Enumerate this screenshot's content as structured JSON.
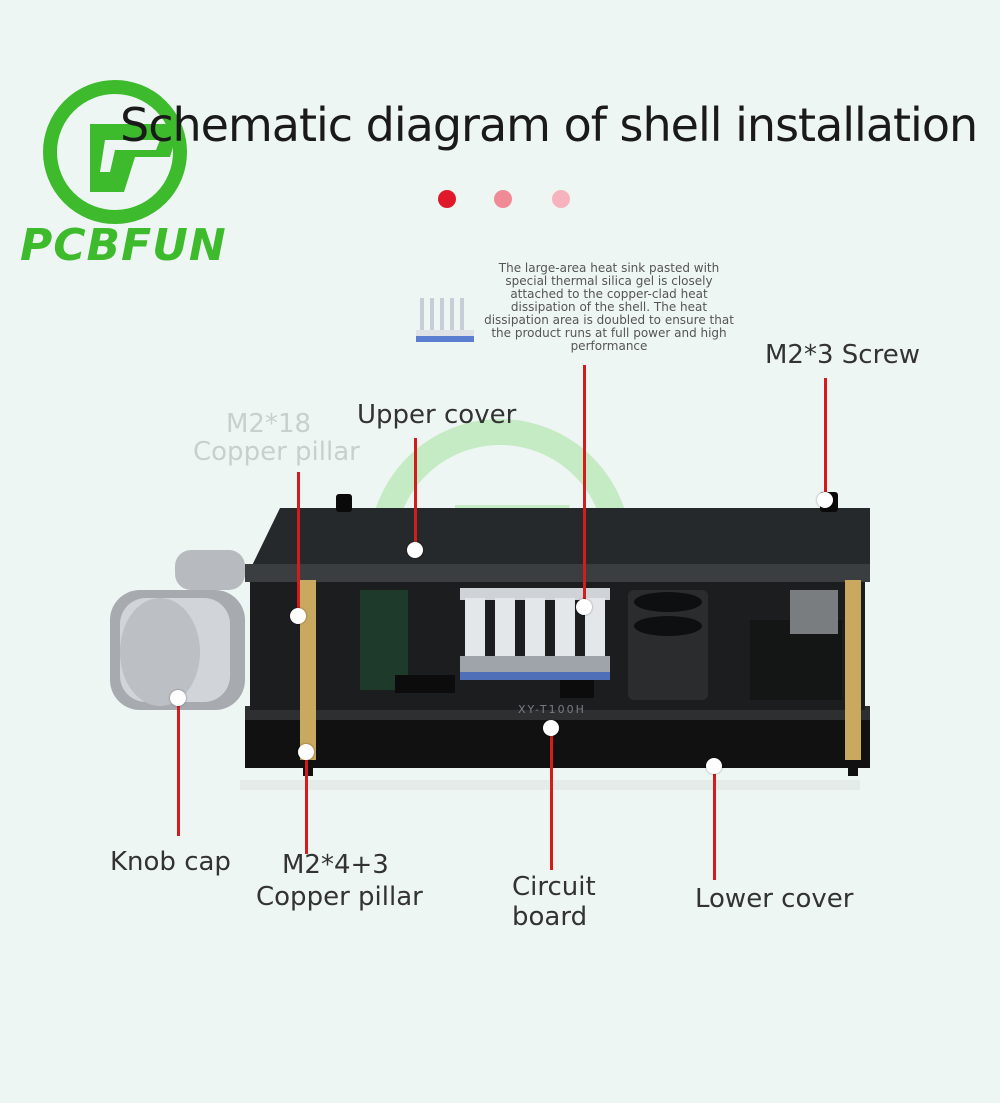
{
  "brand": {
    "name": "PCBFUN",
    "color": "#3dbb2d"
  },
  "title": "Schematic diagram of shell installation",
  "pagination": {
    "dots": [
      "#e0192a",
      "#f08a97",
      "#f6b3bd"
    ]
  },
  "heat_sink_note": "The large-area heat sink pasted with special thermal silica gel is closely attached to the copper-clad heat dissipation of the shell. The heat dissipation area is doubled to ensure that the product runs at full power and high performance",
  "labels": {
    "screw": "M2*3 Screw",
    "upper_cover": "Upper cover",
    "copper_pillar_top_line1": "M2*18",
    "copper_pillar_top_line2": "Copper pillar",
    "knob_cap": "Knob cap",
    "copper_pillar_bottom_line1": "M2*4+3",
    "copper_pillar_bottom_line2": "Copper pillar",
    "circuit_board_line1": "Circuit",
    "circuit_board_line2": "board",
    "lower_cover": "Lower cover"
  },
  "board_marking": "XY-T100H",
  "colors": {
    "leader_line": "#d41c1c",
    "background": "#eef6f3"
  }
}
